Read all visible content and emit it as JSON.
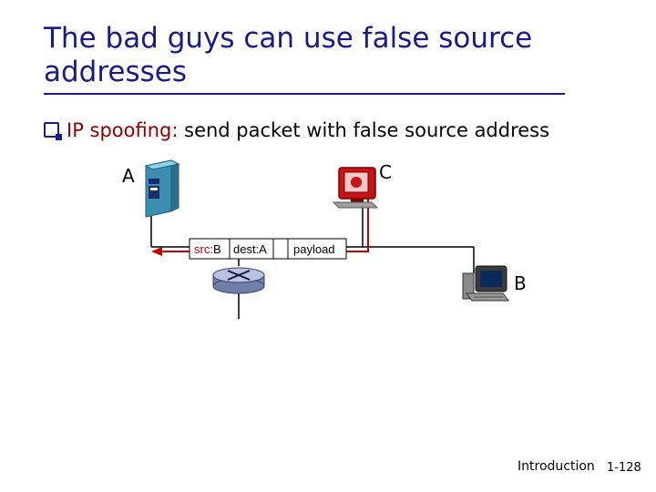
{
  "slide": {
    "title_line1": "The bad guys can use false source",
    "title_line2": "addresses",
    "bullet": {
      "term": "IP spoofing:",
      "text": " send packet with false source address"
    }
  },
  "diagram": {
    "host_a": "A",
    "host_b": "B",
    "host_c": "C",
    "packet": {
      "src_prefix": "src:",
      "src_value": "B",
      "dest": "dest:A",
      "payload": "payload"
    }
  },
  "footer": {
    "section": "Introduction",
    "page": "1-128"
  },
  "colors": {
    "title": "#1a1a8c",
    "term": "#8b0000",
    "attack_path": "#c00000",
    "link": "#000000"
  },
  "icons": [
    "server-icon",
    "router-icon",
    "workstation-icon",
    "attacker-workstation-icon",
    "arrow-left-icon"
  ]
}
